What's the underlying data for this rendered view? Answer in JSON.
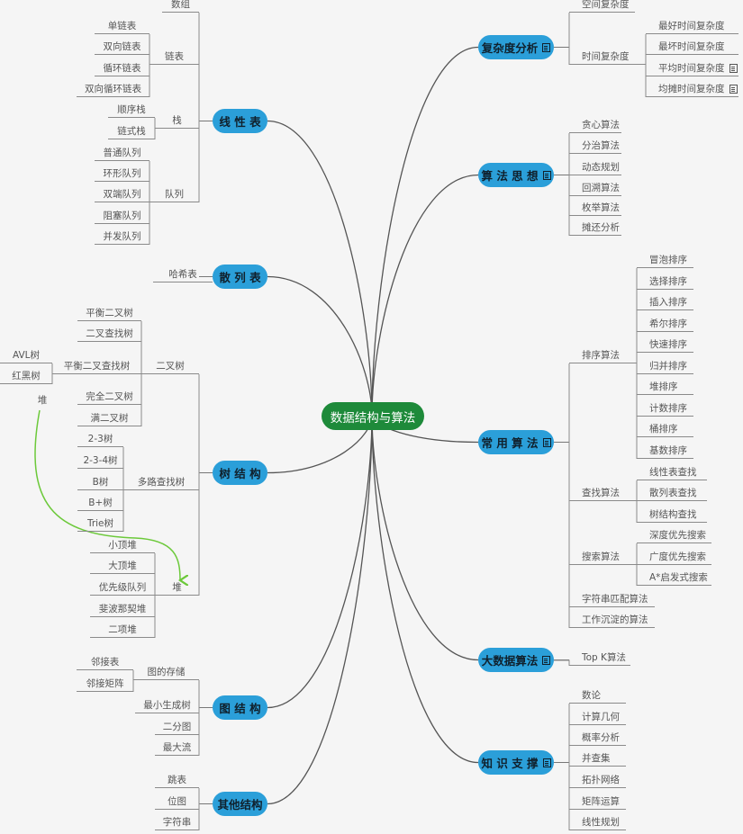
{
  "center": {
    "label": "数据结构与算法"
  },
  "tree_float_label": "堆",
  "topics": [
    {
      "label": "线 性 表",
      "children": [
        {
          "label": "数组"
        },
        {
          "label": "链表",
          "children": [
            {
              "label": "单链表"
            },
            {
              "label": "双向链表"
            },
            {
              "label": "循环链表"
            },
            {
              "label": "双向循环链表"
            }
          ]
        },
        {
          "label": "栈",
          "children": [
            {
              "label": "顺序栈"
            },
            {
              "label": "链式栈"
            }
          ]
        },
        {
          "label": "队列",
          "children": [
            {
              "label": "普通队列"
            },
            {
              "label": "环形队列"
            },
            {
              "label": "双端队列"
            },
            {
              "label": "阻塞队列"
            },
            {
              "label": "并发队列"
            }
          ]
        }
      ]
    },
    {
      "label": "散 列 表",
      "children": [
        {
          "label": "哈希表"
        }
      ]
    },
    {
      "label": "树 结 构",
      "children": [
        {
          "label": "二叉树",
          "children": [
            {
              "label": "平衡二叉树"
            },
            {
              "label": "二叉查找树"
            },
            {
              "label": "平衡二叉查找树",
              "children": [
                {
                  "label": "AVL树"
                },
                {
                  "label": "红黑树"
                }
              ]
            },
            {
              "label": "完全二叉树"
            },
            {
              "label": "满二叉树"
            }
          ]
        },
        {
          "label": "多路查找树",
          "children": [
            {
              "label": "2-3树"
            },
            {
              "label": "2-3-4树"
            },
            {
              "label": "B树"
            },
            {
              "label": "B+树"
            },
            {
              "label": "Trie树"
            }
          ]
        },
        {
          "label": "堆",
          "children": [
            {
              "label": "小顶堆"
            },
            {
              "label": "大顶堆"
            },
            {
              "label": "优先级队列"
            },
            {
              "label": "斐波那契堆"
            },
            {
              "label": "二项堆"
            }
          ]
        }
      ]
    },
    {
      "label": "图 结 构",
      "children": [
        {
          "label": "图的存储",
          "children": [
            {
              "label": "邻接表"
            },
            {
              "label": "邻接矩阵"
            }
          ]
        },
        {
          "label": "最小生成树"
        },
        {
          "label": "二分图"
        },
        {
          "label": "最大流"
        }
      ]
    },
    {
      "label": "其他结构",
      "children": [
        {
          "label": "跳表"
        },
        {
          "label": "位图"
        },
        {
          "label": "字符串"
        }
      ]
    },
    {
      "label": "复杂度分析",
      "note": true,
      "children": [
        {
          "label": "空间复杂度"
        },
        {
          "label": "时间复杂度",
          "children": [
            {
              "label": "最好时间复杂度"
            },
            {
              "label": "最坏时间复杂度"
            },
            {
              "label": "平均时间复杂度",
              "note": true
            },
            {
              "label": "均摊时间复杂度",
              "note": true
            }
          ]
        }
      ]
    },
    {
      "label": "算 法 思 想",
      "note": true,
      "children": [
        {
          "label": "贪心算法"
        },
        {
          "label": "分治算法"
        },
        {
          "label": "动态规划"
        },
        {
          "label": "回溯算法"
        },
        {
          "label": "枚举算法"
        },
        {
          "label": "摊还分析"
        }
      ]
    },
    {
      "label": "常 用 算 法",
      "note": true,
      "children": [
        {
          "label": "排序算法",
          "children": [
            {
              "label": "冒泡排序"
            },
            {
              "label": "选择排序"
            },
            {
              "label": "插入排序"
            },
            {
              "label": "希尔排序"
            },
            {
              "label": "快速排序"
            },
            {
              "label": "归并排序"
            },
            {
              "label": "堆排序"
            },
            {
              "label": "计数排序"
            },
            {
              "label": "桶排序"
            },
            {
              "label": "基数排序"
            }
          ]
        },
        {
          "label": "查找算法",
          "children": [
            {
              "label": "线性表查找"
            },
            {
              "label": "散列表查找"
            },
            {
              "label": "树结构查找"
            }
          ]
        },
        {
          "label": "搜索算法",
          "children": [
            {
              "label": "深度优先搜索"
            },
            {
              "label": "广度优先搜索"
            },
            {
              "label": "A*启发式搜索"
            }
          ]
        },
        {
          "label": "字符串匹配算法"
        },
        {
          "label": "工作沉淀的算法"
        }
      ]
    },
    {
      "label": "大数据算法",
      "note": true,
      "children": [
        {
          "label": "Top K算法"
        }
      ]
    },
    {
      "label": "知 识 支 撑",
      "note": true,
      "children": [
        {
          "label": "数论"
        },
        {
          "label": "计算几何"
        },
        {
          "label": "概率分析"
        },
        {
          "label": "并查集"
        },
        {
          "label": "拓扑网络"
        },
        {
          "label": "矩阵运算"
        },
        {
          "label": "线性规划"
        }
      ]
    }
  ],
  "colors": {
    "topic": "#2b9fd9",
    "center": "#1e8a3a",
    "arrow": "#6cc93a",
    "line": "#555555"
  }
}
